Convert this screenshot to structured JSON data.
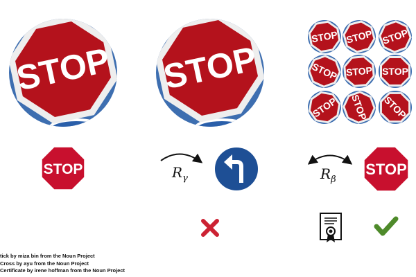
{
  "stop_text": "STOP",
  "labels": {
    "r_gamma_base": "R",
    "r_gamma_sub": "γ",
    "r_beta_base": "R",
    "r_beta_sub": "β"
  },
  "icons": {
    "left_turn_sign": "arrow-left-turn-icon",
    "cross": "cross-icon",
    "certificate": "certificate-icon",
    "tick": "tick-icon"
  },
  "credits": [
    "tick by miza bin from the Noun Project",
    "Cross by ayu from the Noun Project",
    "Certificate by irene hoffman from the Noun Project"
  ],
  "colors": {
    "stop_red": "#c8102e",
    "photo_red": "#b4121c",
    "sky_blue": "#3d6eb0",
    "sign_blue": "#1e4f95",
    "cross_red": "#cc2233",
    "tick_green": "#4e8a2a"
  }
}
